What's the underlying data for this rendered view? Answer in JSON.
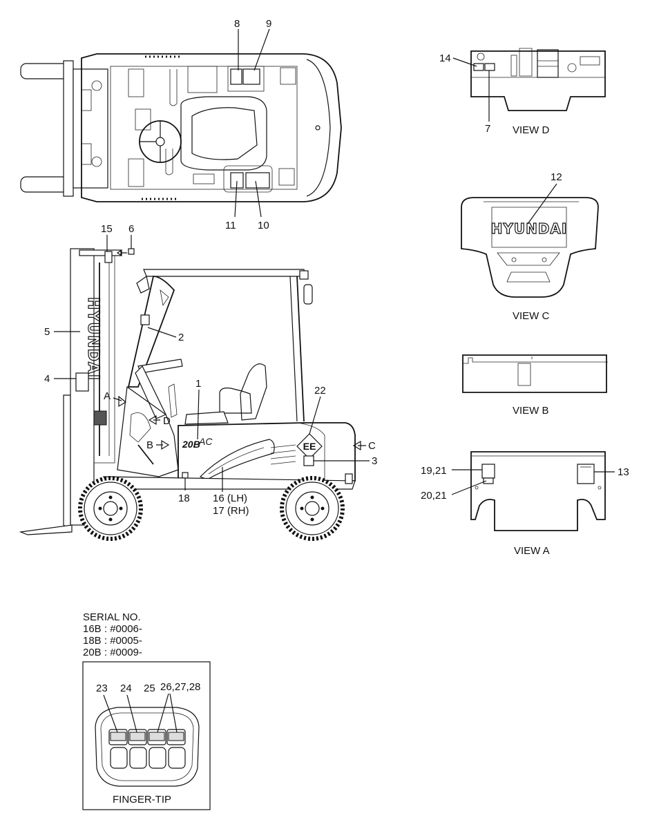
{
  "brand": "HYUNDAI",
  "model_badge": "20B",
  "model_badge_suffix": "AC",
  "hazard_badge": "EE",
  "views": {
    "a": "VIEW A",
    "b": "VIEW B",
    "c": "VIEW C",
    "d": "VIEW D"
  },
  "callouts": {
    "c1": "1",
    "c2": "2",
    "c3": "3",
    "c4": "4",
    "c5": "5",
    "c6": "6",
    "c7": "7",
    "c8": "8",
    "c9": "9",
    "c10": "10",
    "c11": "11",
    "c12": "12",
    "c13": "13",
    "c14": "14",
    "c15": "15",
    "c18": "18",
    "c22": "22",
    "c16": "16 (LH)",
    "c17": "17 (RH)",
    "c19": "19,21",
    "c20": "20,21",
    "c23": "23",
    "c24": "24",
    "c25": "25",
    "c26": "26,27,28"
  },
  "arrows": {
    "a": "A",
    "b": "B",
    "c": "C",
    "d": "D"
  },
  "serial": {
    "title": "SERIAL NO.",
    "line1": "16B : #0006-",
    "line2": "18B : #0005-",
    "line3": "20B : #0009-"
  },
  "finger_tip_title": "FINGER-TIP"
}
